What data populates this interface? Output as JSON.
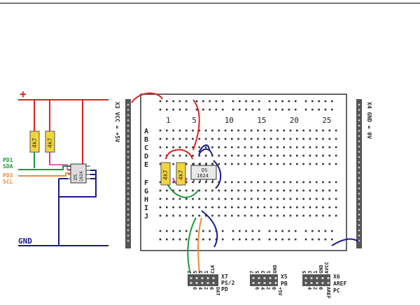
{
  "schematic": {
    "plus": "+",
    "gnd": "GND",
    "pd1": "PD1",
    "sda": "SDA",
    "pd3": "PD3",
    "scl": "SCL",
    "resistor": "4k7",
    "chip_name": "DS",
    "chip_part": "1624"
  },
  "breadboard": {
    "columns": [
      "1",
      "5",
      "10",
      "15",
      "20",
      "25"
    ],
    "rows": [
      "A",
      "B",
      "C",
      "D",
      "E",
      "F",
      "G",
      "H",
      "I",
      "J"
    ],
    "resistor": "4k7",
    "chip_name": "DS",
    "chip_part": "1624"
  },
  "rails": {
    "left": "X3 VCC = +5V",
    "right": "X4 GND = 0V"
  },
  "connectors": {
    "x7": {
      "name": "X7",
      "sub": "PS/2",
      "port": "PD",
      "clk": "CLK",
      "dat": "DAT",
      "top_nums": [
        "7",
        "5",
        "3",
        "1"
      ],
      "bottom_nums": [
        "6",
        "4",
        "2",
        "0"
      ]
    },
    "x5": {
      "name": "X5",
      "port": "PB",
      "gnd": "GND",
      "v5": "+5V",
      "top_nums": [
        "7",
        "5",
        "3",
        "1"
      ],
      "bottom_nums": [
        "6",
        "4",
        "2",
        "0"
      ]
    },
    "x6": {
      "name": "X6",
      "port": "PC",
      "aref": "AREF",
      "avcc": "AVCC",
      "gnd": "GND",
      "aref2": "AREF",
      "top_nums": [
        "5",
        "3",
        "1"
      ],
      "bottom_nums": [
        "4",
        "2",
        "0"
      ]
    }
  },
  "colors": {
    "vcc": "#e02020",
    "gnd": "#1a1a8c",
    "sda": "#1b9a3a",
    "scl": "#f08a3c",
    "resistor": "#f2d53c",
    "pink": "#d4359a",
    "rail": "#555555"
  }
}
